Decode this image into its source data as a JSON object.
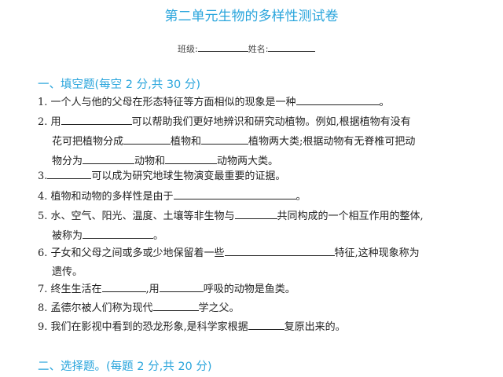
{
  "title": "第二单元生物的多样性测试卷",
  "info": {
    "class_label": "班级:",
    "name_label": "姓名:"
  },
  "section1": {
    "heading": "一、填空题(每空 2 分,共 30 分)"
  },
  "q1": {
    "a": "1. 一个人与他的父母在形态特征等方面相似的现象是一种",
    "b": "。"
  },
  "q2": {
    "a": "2.  用",
    "b": "可以帮助我们更好地辨识和研究动植物。例如,根据植物有没有",
    "c": "花可把植物分成",
    "d": "植物和",
    "e": "植物两大类;根据动物有无脊椎可把动",
    "f": "物分为",
    "g": "动物和",
    "h": "动物两大类。"
  },
  "q3": {
    "a": "3.",
    "b": "可以成为研究地球生物演变最重要的证据。"
  },
  "q4": {
    "a": "4. 植物和动物的多样性是由于",
    "b": "。"
  },
  "q5": {
    "a": "5.  水、空气、阳光、温度、土壤等非生物与",
    "b": "共同构成的一个相互作用的整体,",
    "c": "被称为",
    "d": "。"
  },
  "q6": {
    "a": "6. 子女和父母之间或多或少地保留着一些",
    "b": "特征,这种现象称为",
    "c": "遗传。"
  },
  "q7": {
    "a": "7.  终生生活在",
    "b": ",用",
    "c": "呼吸的动物是鱼类。"
  },
  "q8": {
    "a": "8. 孟德尔被人们称为现代",
    "b": "学之父。"
  },
  "q9": {
    "a": "9.  我们在影视中看到的恐龙形象,是科学家根据",
    "b": "复原出来的。"
  },
  "section2": {
    "heading": "二、选择题。(每题 2 分,共 20 分)"
  }
}
